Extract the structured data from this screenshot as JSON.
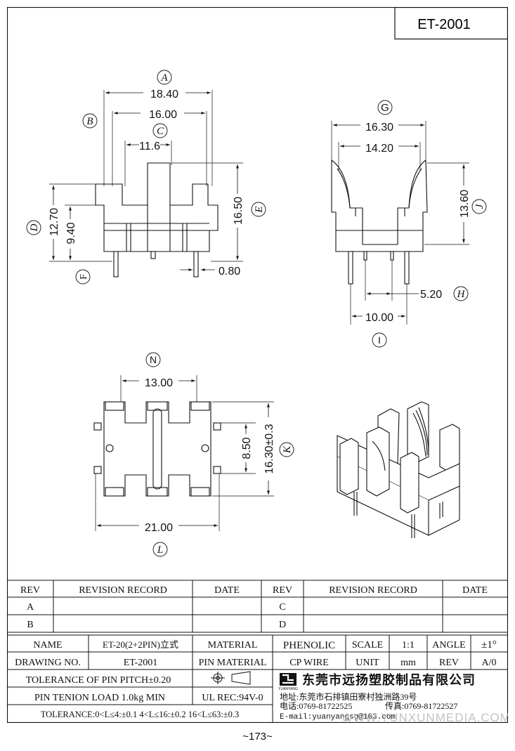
{
  "header": {
    "drawing_code": "ET-2001"
  },
  "views": {
    "front": {
      "labels": {
        "A": "A",
        "B": "B",
        "C": "C",
        "D": "D",
        "E": "E",
        "F": "F"
      },
      "dims": {
        "a": "18.40",
        "b": "16.00",
        "c": "11.6",
        "d": "12.70",
        "e": "16.50",
        "h": "9.40",
        "f": "0.80"
      }
    },
    "side": {
      "labels": {
        "G": "G",
        "H": "H",
        "I": "I",
        "J": "J"
      },
      "dims": {
        "g": "16.30",
        "g2": "14.20",
        "j": "13.60",
        "h": "5.20",
        "i": "10.00"
      }
    },
    "bottom": {
      "labels": {
        "N": "N",
        "K": "K",
        "L": "L"
      },
      "dims": {
        "n": "13.00",
        "k_inner": "8.50",
        "k": "16.30±0.3",
        "l": "21.00"
      }
    }
  },
  "revision_table": {
    "headers": [
      "REV",
      "REVISION RECORD",
      "DATE",
      "REV",
      "REVISION RECORD",
      "DATE"
    ],
    "rows": [
      [
        "A",
        "",
        "",
        "C",
        "",
        ""
      ],
      [
        "B",
        "",
        "",
        "D",
        "",
        ""
      ]
    ]
  },
  "title_block": {
    "name_label": "NAME",
    "name_value": "ET-20(2+2PIN)立式",
    "material_label": "MATERIAL",
    "material_value": "PHENOLIC",
    "scale_label": "SCALE",
    "scale_value": "1:1",
    "angle_label": "ANGLE",
    "angle_value": "±1°",
    "drawing_no_label": "DRAWING NO.",
    "drawing_no_value": "ET-2001",
    "pin_material_label": "PIN MATERIAL",
    "pin_material_value": "CP WIRE",
    "unit_label": "UNIT",
    "unit_value": "mm",
    "rev_label": "REV",
    "rev_value": "A/0",
    "pin_pitch": "TOLERANCE OF PIN PITCH±0.20",
    "pin_load": "PIN TENION LOAD 1.0kg MIN",
    "ul_rec": "UL REC:94V-0",
    "tolerance": "TOLERANCE:0<L≤4:±0.1  4<L≤16:±0.2  16<L≤63:±0.3"
  },
  "company": {
    "logo_caption": "YUANYANG",
    "name": "东莞市远扬塑胶制品有限公司",
    "address": "地址:东莞市石排镇田寮村独洲路39号",
    "tel": "电话:0769-81722525",
    "fax": "传真:0769-81722527",
    "email": "E-mail:yuanyangsg@163.com",
    "watermark": "WWW.YUNXUNMEDIA.COM"
  },
  "page_number": "~173~"
}
